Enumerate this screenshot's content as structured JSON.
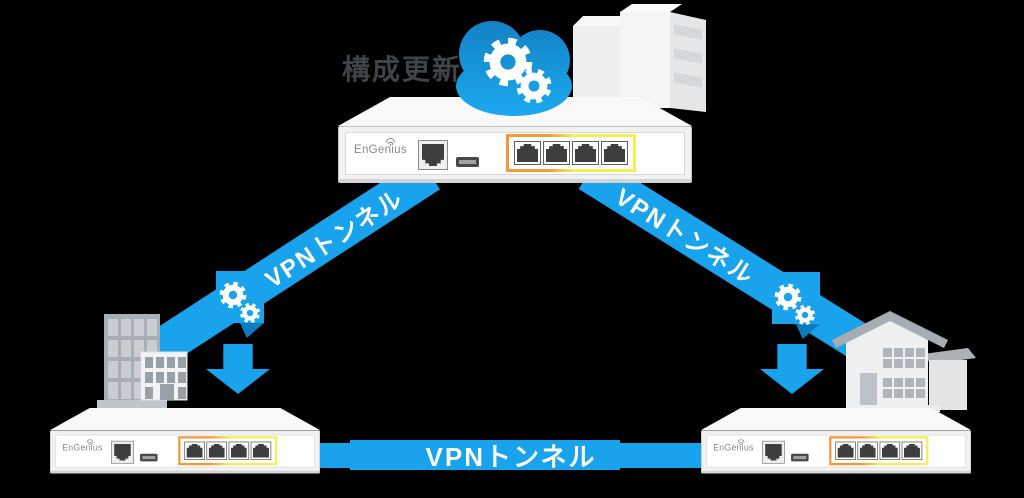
{
  "caption": {
    "text": "構成更新"
  },
  "tunnels": {
    "left_label": "VPNトンネル",
    "right_label": "VPNトンネル",
    "bottom_label": "VPNトンネル"
  },
  "routers": [
    {
      "brand": "EnGenius",
      "lan_ports": 4,
      "wan_ports": 1,
      "usb_ports": 1
    },
    {
      "brand": "EnGenius",
      "lan_ports": 4,
      "wan_ports": 1,
      "usb_ports": 1
    },
    {
      "brand": "EnGenius",
      "lan_ports": 4,
      "wan_ports": 1,
      "usb_ports": 1
    }
  ],
  "icons": {
    "cloud": "cloud-icon",
    "gear": "gear-icon",
    "arrow_down": "arrow-down-icon",
    "server_building": "server-building-icon",
    "office_building": "office-building-icon",
    "house": "house-icon",
    "wifi": "wifi-icon"
  },
  "colors": {
    "background": "#000000",
    "tunnel_blue": "#19A3EC",
    "fold_blue": "#0C7CBE",
    "cloud_gradient_top": "#1480C4",
    "cloud_gradient_bottom": "#1BA9EF",
    "port_highlight_orange": "#F39A36",
    "port_highlight_yellow": "#F6EE54",
    "caption_text": "#3F4449",
    "device_body": "#F1F1F2",
    "building_gray": "#A8AEB5"
  }
}
